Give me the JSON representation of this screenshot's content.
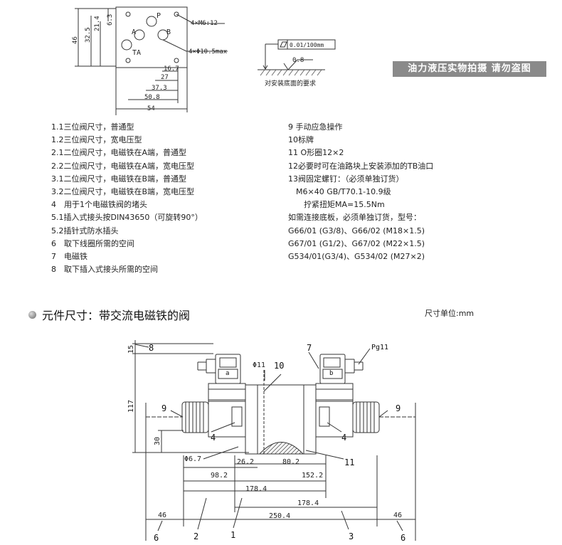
{
  "top_drawing": {
    "dims_vertical": [
      "6.3",
      "21.4",
      "32.5",
      "46"
    ],
    "port_labels": [
      "P",
      "A",
      "B",
      "TA"
    ],
    "callouts": [
      "4×M6:12",
      "4×Φ10.5max"
    ],
    "dims_horizontal": [
      "16.7",
      "27",
      "37.3",
      "50.8",
      "54"
    ]
  },
  "flatness": {
    "tolerance": "0.01/100mm",
    "roughness": "0.8",
    "caption": "对安装底面的要求"
  },
  "watermark": "油力液压实物拍摄 请勿盗图",
  "notes_left": [
    "1.1三位阀尺寸，普通型",
    "1.2三位阀尺寸，宽电压型",
    "2.1二位阀尺寸，电磁铁在A端，普通型",
    "2.2二位阀尺寸，电磁铁在A端，宽电压型",
    "3.1二位阀尺寸，电磁铁在B端，普通型",
    "3.2二位阀尺寸，电磁铁在B端，宽电压型",
    "4　用于1个电磁铁阀的堵头",
    "5.1插入式接头按DIN43650（可旋转90°）",
    "5.2插针式防水插头",
    "6　取下线圈所需的空间",
    "7　电磁铁",
    "8　取下插入式接头所需的空间"
  ],
  "notes_right": [
    "9 手动应急操作",
    "10标牌",
    "11 O形圈12×2",
    "12必要时可在油路块上安装添加的TB油口",
    "13阀固定螺钉：（必须单独订货）",
    "　M6×40 GB/T70.1-10.9级",
    "　　拧紧扭矩MA=15.5Nm",
    "如需连接底板，必须单独订货，型号：",
    "G66/01 (G3/8)、G66/02 (M18×1.5)",
    "G67/01 (G1/2)、G67/02 (M22×1.5)",
    "G534/01(G3/4)、G534/02 (M27×2)"
  ],
  "section_title": "元件尺寸：带交流电磁铁的阀",
  "unit_label": "尺寸单位:mm",
  "main_drawing": {
    "dims": [
      "15",
      "117",
      "30",
      "Φ6.7",
      "Φ11",
      "26.2",
      "80.2",
      "98.2",
      "152.2",
      "178.4",
      "178.4",
      "250.4",
      "46",
      "46"
    ],
    "callouts": [
      "8",
      "7",
      "10",
      "9",
      "9",
      "4",
      "4",
      "11",
      "Pg11",
      "a",
      "b",
      "6",
      "2",
      "1",
      "3",
      "6"
    ]
  }
}
